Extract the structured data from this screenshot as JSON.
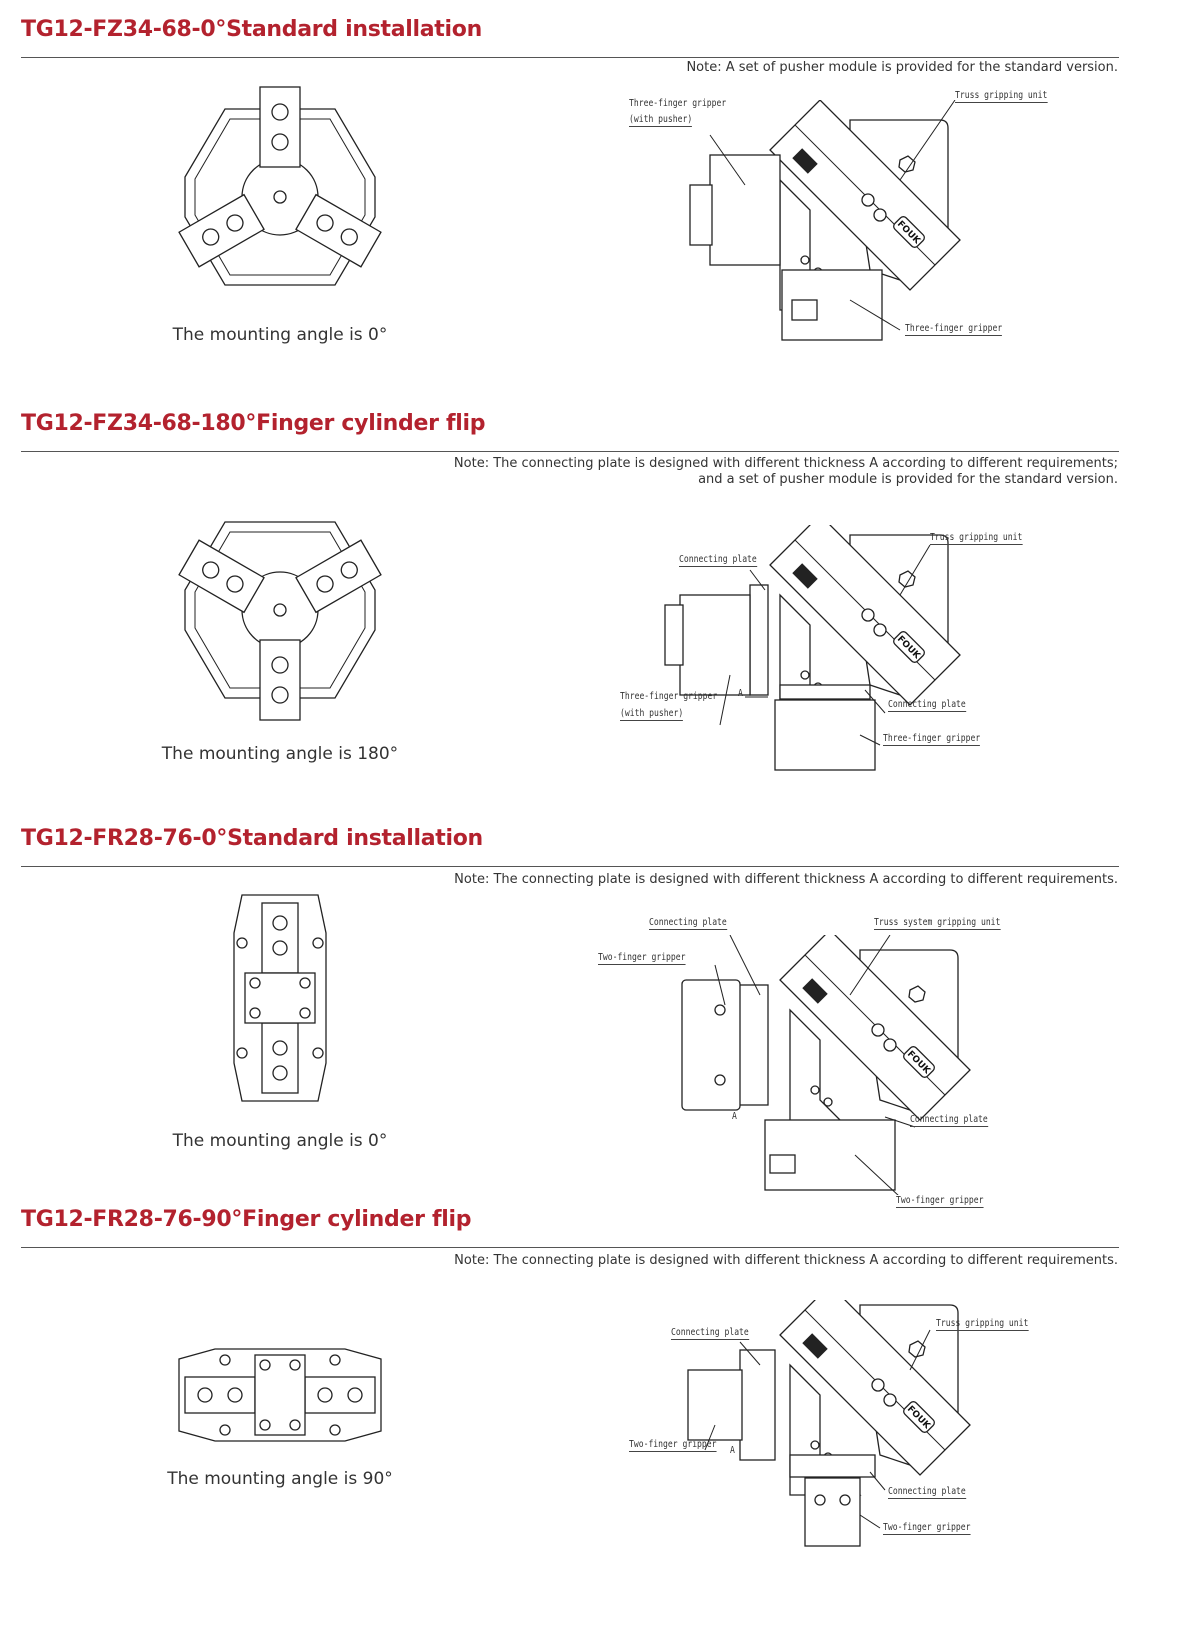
{
  "accent_color": "#b3222e",
  "sections": [
    {
      "title": "TG12-FZ34-68-0°Standard installation",
      "notes": [
        "Note: A set of pusher module is provided for the standard version."
      ],
      "caption": "The mounting angle is 0°",
      "callouts": [
        "Three-finger gripper",
        "(with pusher)",
        "Truss gripping unit",
        "Three-finger gripper"
      ]
    },
    {
      "title": "TG12-FZ34-68-180°Finger cylinder flip",
      "notes": [
        "Note: The connecting plate is designed with different thickness A according to different requirements;",
        "and a set of pusher module is provided for the standard version."
      ],
      "caption": "The mounting angle is 180°",
      "callouts": [
        "Truss gripping unit",
        "Connecting plate",
        "Three-finger gripper",
        "(with pusher)",
        "A",
        "Connecting plate",
        "Three-finger gripper"
      ]
    },
    {
      "title": "TG12-FR28-76-0°Standard installation",
      "notes": [
        "Note: The connecting plate is designed with different thickness A according to different requirements."
      ],
      "caption": "The mounting angle is 0°",
      "callouts": [
        "Connecting plate",
        "Truss system gripping unit",
        "Two-finger gripper",
        "A",
        "Connecting plate",
        "Two-finger gripper"
      ]
    },
    {
      "title": "TG12-FR28-76-90°Finger cylinder flip",
      "notes": [
        "Note: The connecting plate is designed with different thickness A according to different requirements."
      ],
      "caption": "The mounting angle is 90°",
      "callouts": [
        "Connecting plate",
        "Truss gripping unit",
        "Two-finger gripper",
        "A",
        "Connecting plate",
        "Two-finger gripper"
      ]
    }
  ],
  "logo_text": "FOUK"
}
